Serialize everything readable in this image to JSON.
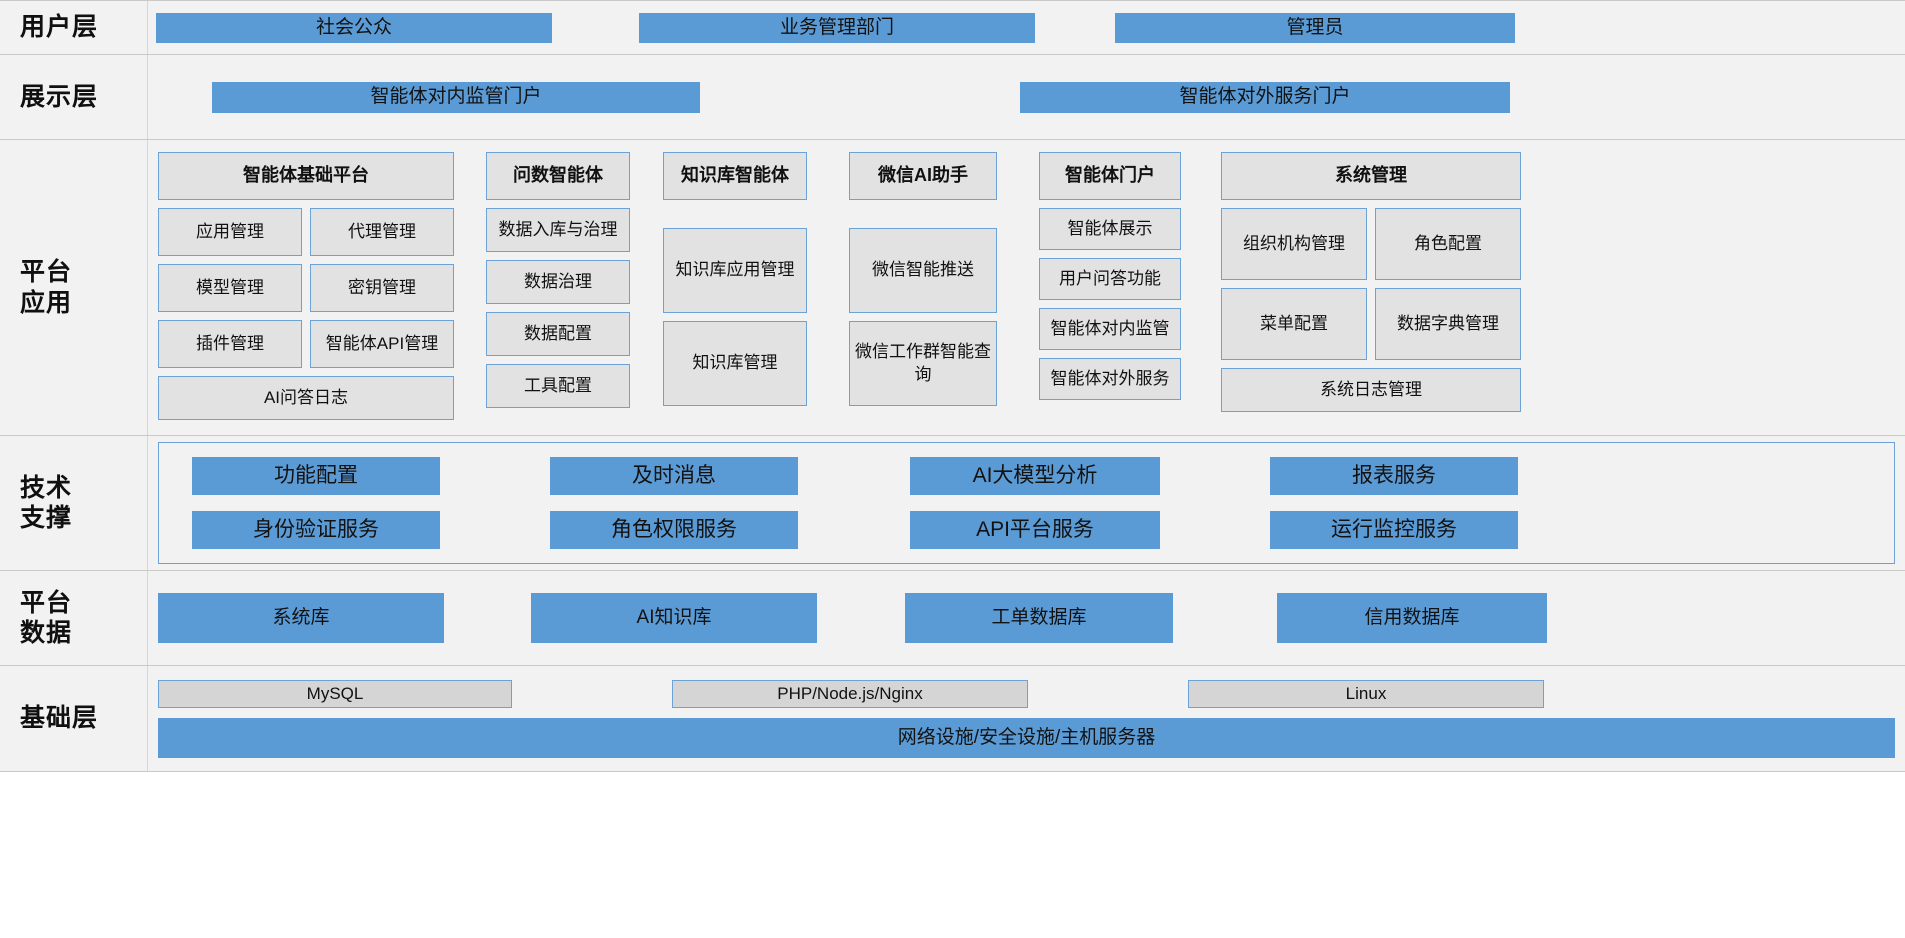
{
  "layers": {
    "user": {
      "label_line1": "用户层",
      "items": [
        "社会公众",
        "业务管理部门",
        "管理员"
      ]
    },
    "presentation": {
      "label_line1": "展示层",
      "items": [
        "智能体对内监管门户",
        "智能体对外服务门户"
      ]
    },
    "platform_app": {
      "label_line1": "平台",
      "label_line2": "应用",
      "columns": [
        {
          "head": "智能体基础平台",
          "pairs": [
            [
              "应用管理",
              "代理管理"
            ],
            [
              "模型管理",
              "密钥管理"
            ],
            [
              "插件管理",
              "智能体API管理"
            ]
          ],
          "full": "AI问答日志"
        },
        {
          "head": "问数智能体",
          "items": [
            "数据入库与治理",
            "数据治理",
            "数据配置",
            "工具配置"
          ]
        },
        {
          "head": "知识库智能体",
          "items": [
            "知识库应用管理",
            "知识库管理"
          ]
        },
        {
          "head": "微信AI助手",
          "items": [
            "微信智能推送",
            "微信工作群智能查询"
          ]
        },
        {
          "head": "智能体门户",
          "items": [
            "智能体展示",
            "用户问答功能",
            "智能体对内监管",
            "智能体对外服务"
          ]
        },
        {
          "head": "系统管理",
          "pairs": [
            [
              "组织机构管理",
              "角色配置"
            ],
            [
              "菜单配置",
              "数据字典管理"
            ]
          ],
          "full": "系统日志管理"
        }
      ]
    },
    "tech_support": {
      "label_line1": "技术",
      "label_line2": "支撑",
      "row1": [
        "功能配置",
        "及时消息",
        "AI大模型分析",
        "报表服务"
      ],
      "row2": [
        "身份验证服务",
        "角色权限服务",
        "API平台服务",
        "运行监控服务"
      ]
    },
    "platform_data": {
      "label_line1": "平台",
      "label_line2": "数据",
      "items": [
        "系统库",
        "AI知识库",
        "工单数据库",
        "信用数据库"
      ]
    },
    "infrastructure": {
      "label_line1": "基础层",
      "top_items": [
        "MySQL",
        "PHP/Node.js/Nginx",
        "Linux"
      ],
      "bottom_item": "网络设施/安全设施/主机服务器"
    }
  },
  "colors": {
    "blue": "#5b9bd5",
    "grey_box": "#e2e2e2",
    "grey_outline": "#d5d5d5",
    "border_blue": "#6ba3d6",
    "band_bg": "#f2f2f2"
  }
}
